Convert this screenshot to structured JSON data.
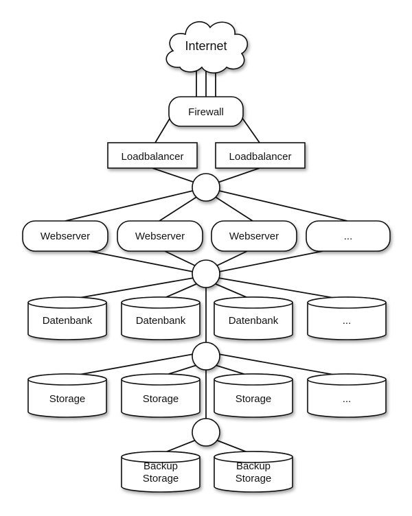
{
  "diagram": {
    "internet": "Internet",
    "firewall": "Firewall",
    "loadbalancers": [
      "Loadbalancer",
      "Loadbalancer"
    ],
    "webservers": [
      "Webserver",
      "Webserver",
      "Webserver",
      "..."
    ],
    "databases": [
      "Datenbank",
      "Datenbank",
      "Datenbank",
      "..."
    ],
    "storages": [
      "Storage",
      "Storage",
      "Storage",
      "..."
    ],
    "backups": [
      {
        "line1": "Backup",
        "line2": "Storage"
      },
      {
        "line1": "Backup",
        "line2": "Storage"
      }
    ]
  }
}
